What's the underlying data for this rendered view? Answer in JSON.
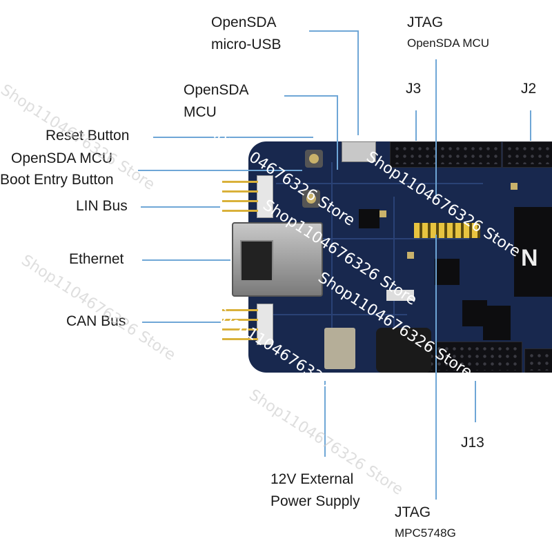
{
  "labels": {
    "opensda_usb_line1": "OpenSDA",
    "opensda_usb_line2": "micro-USB",
    "jtag_top": "JTAG",
    "jtag_top_sub": "OpenSDA MCU",
    "opensda_mcu_line1": "OpenSDA",
    "opensda_mcu_line2": "MCU",
    "j3": "J3",
    "j2": "J2",
    "reset_button": "Reset Button",
    "boot_line1": "OpenSDA MCU",
    "boot_line2": "Boot Entry Button",
    "lin_bus": "LIN Bus",
    "ethernet": "Ethernet",
    "can_bus": "CAN Bus",
    "j13": "J13",
    "power_line1": "12V External",
    "power_line2": "Power Supply",
    "jtag_bottom": "JTAG",
    "jtag_bottom_sub": "MPC5748G"
  },
  "watermark": "Shop1104676326 Store",
  "colors": {
    "leader_line": "#6ea6d6",
    "board": "#18284e",
    "text": "#1a1a1a"
  }
}
